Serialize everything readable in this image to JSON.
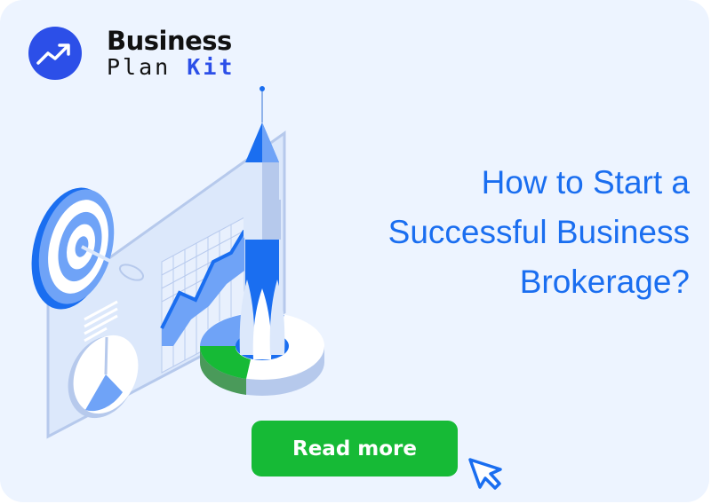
{
  "brand": {
    "line1": "Business",
    "line2_prefix": "Plan ",
    "line2_accent": "Kit",
    "logo_icon": "trend-arrow-icon",
    "accent_color": "#2c4fe8"
  },
  "headline": {
    "lines": [
      "How to Start a",
      "Successful Business",
      "Brokerage?"
    ],
    "color": "#1a6ef0"
  },
  "cta": {
    "label": "Read more",
    "color": "#16ba36",
    "cursor_icon": "pointer-cursor-icon"
  },
  "illustration": {
    "elements": [
      "target-icon",
      "dart-icon",
      "line-chart",
      "pie-chart",
      "rocket-icon",
      "donut-chart"
    ]
  },
  "background_color": "#edf4ff"
}
